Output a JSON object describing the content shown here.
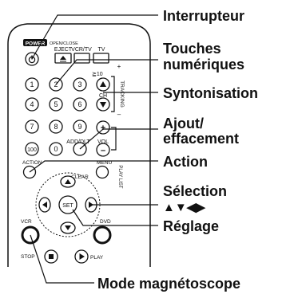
{
  "callouts": {
    "interrupteur": "Interrupteur",
    "touches_line1": "Touches",
    "touches_line2": "numériques",
    "syntonisation": "Syntonisation",
    "ajout_line1": "Ajout/",
    "ajout_line2": "effacement",
    "action": "Action",
    "selection_line1": "Sélection",
    "selection_arrows": "▲▼◀▶",
    "reglage": "Réglage",
    "mode": "Mode magnétoscope"
  },
  "remote": {
    "power": "POWER",
    "open_close": "OPEN/CLOSE",
    "eject": "EJECT",
    "vcr_tv": "VCR/TV",
    "tv": "TV",
    "digits": [
      "1",
      "2",
      "3",
      "4",
      "5",
      "6",
      "7",
      "8",
      "9",
      "100",
      "0"
    ],
    "ch_label": "CH",
    "plus10": "≧10",
    "tracking": "TRACKING",
    "add_dlt": "ADD/DLT",
    "vol": "VOL",
    "plus_sign": "+",
    "minus_sign": "–",
    "action": "ACTION",
    "clear": "CLEAR",
    "menu": "MENU",
    "play_list": "PLAY LIST",
    "set": "SET",
    "vcr": "VCR",
    "dvd": "DVD",
    "stop": "STOP",
    "play": "PLAY"
  }
}
